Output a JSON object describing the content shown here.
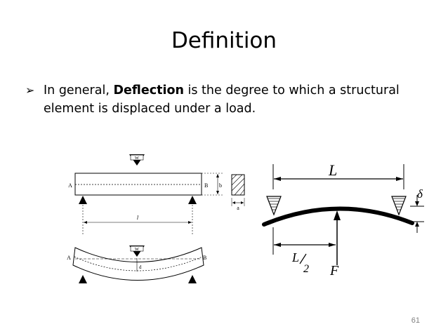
{
  "slide": {
    "title": "Definition",
    "page_number": "61"
  },
  "bullet": {
    "marker": "➢",
    "prefix": "In general, ",
    "emphasis": "Deflection",
    "suffix": " is the degree to which a structural element is displaced under a load."
  },
  "left_figure": {
    "load": "W",
    "end_a": "A",
    "end_b": "B",
    "height_label": "b",
    "width_label": "a",
    "span_label": "l",
    "deflection_label": "d"
  },
  "right_figure": {
    "span": "L",
    "half_span": "L/2",
    "half_span_num": "L",
    "half_span_den": "2",
    "force": "F",
    "deflection": "δ"
  }
}
